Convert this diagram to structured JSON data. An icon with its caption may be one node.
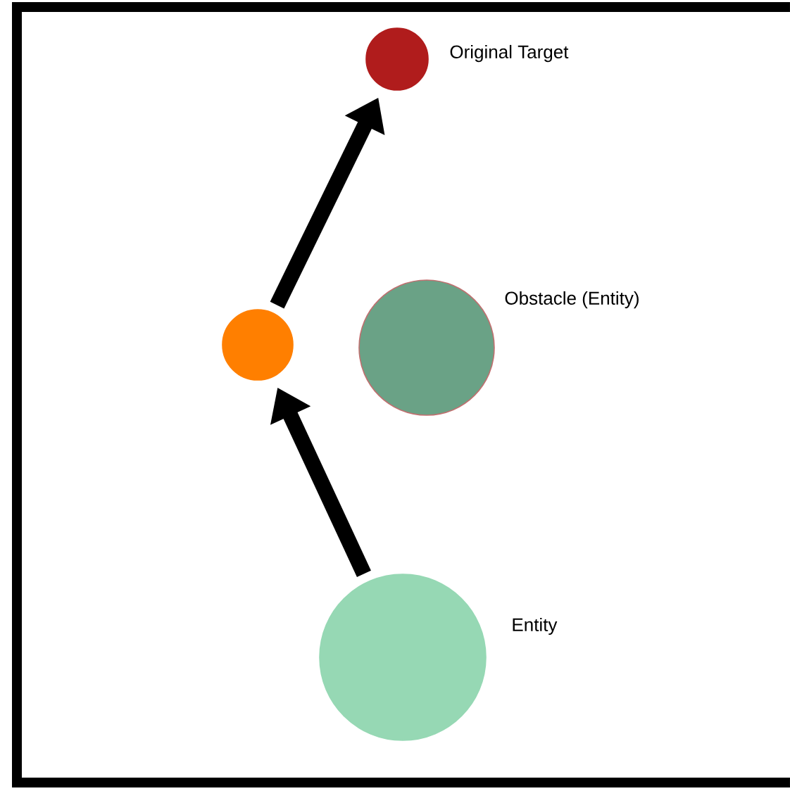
{
  "diagram": {
    "nodes": [
      {
        "text": [],
        "shape": "circle",
        "beside": [
          "Original Target"
        ]
      },
      {
        "text": [],
        "shape": "circle",
        "beside": [
          "Obstacle (Entity)"
        ]
      },
      {
        "text": [],
        "shape": "circle"
      },
      {
        "text": [],
        "shape": "circle",
        "beside": [
          "Entity"
        ]
      }
    ],
    "edges": [
      {
        "from": 3,
        "to": 2,
        "arrow": "to"
      },
      {
        "from": 2,
        "to": 0,
        "arrow": "to"
      }
    ]
  }
}
